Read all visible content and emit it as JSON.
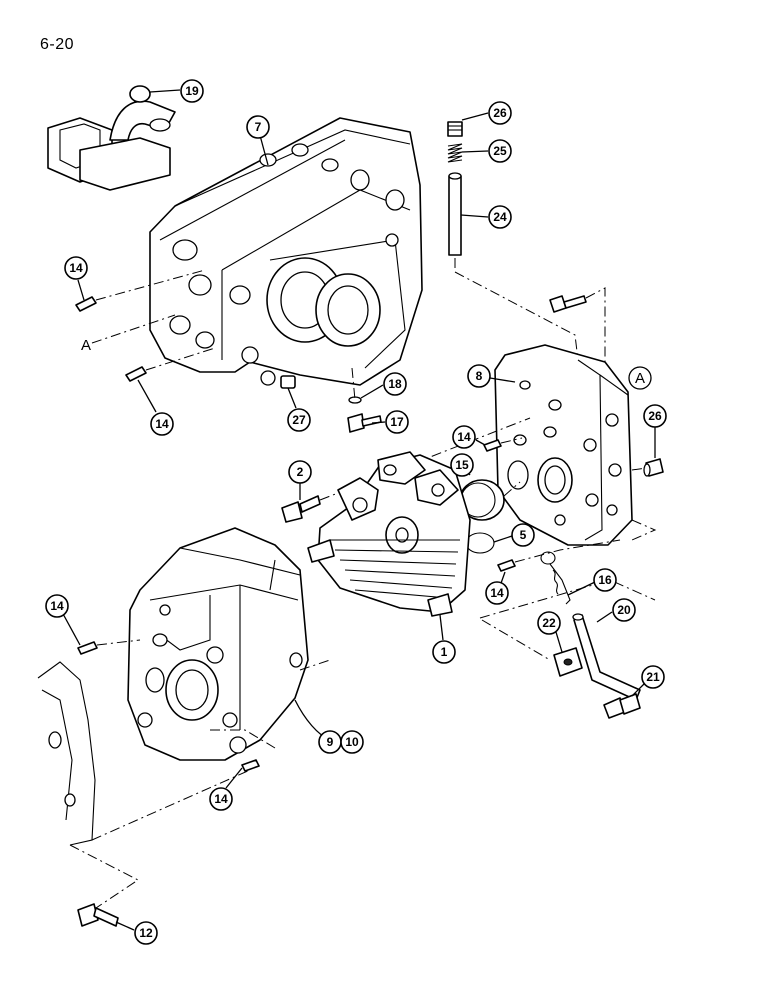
{
  "page": {
    "number": "6-20"
  },
  "reference_marks": {
    "a_left": "A",
    "a_right": "A"
  },
  "callouts": {
    "c19": "19",
    "c7": "7",
    "c26a": "26",
    "c25": "25",
    "c24": "24",
    "c14a": "14",
    "c14b": "14",
    "c27": "27",
    "c18": "18",
    "c17": "17",
    "c8": "8",
    "c14c": "14",
    "c15": "15",
    "c26b": "26",
    "c2": "2",
    "c5": "5",
    "c14d": "14",
    "c16": "16",
    "c14e": "14",
    "c1": "1",
    "c22": "22",
    "c20": "20",
    "c21": "21",
    "c9": "9",
    "c10": "10",
    "c14f": "14",
    "c12": "12"
  }
}
